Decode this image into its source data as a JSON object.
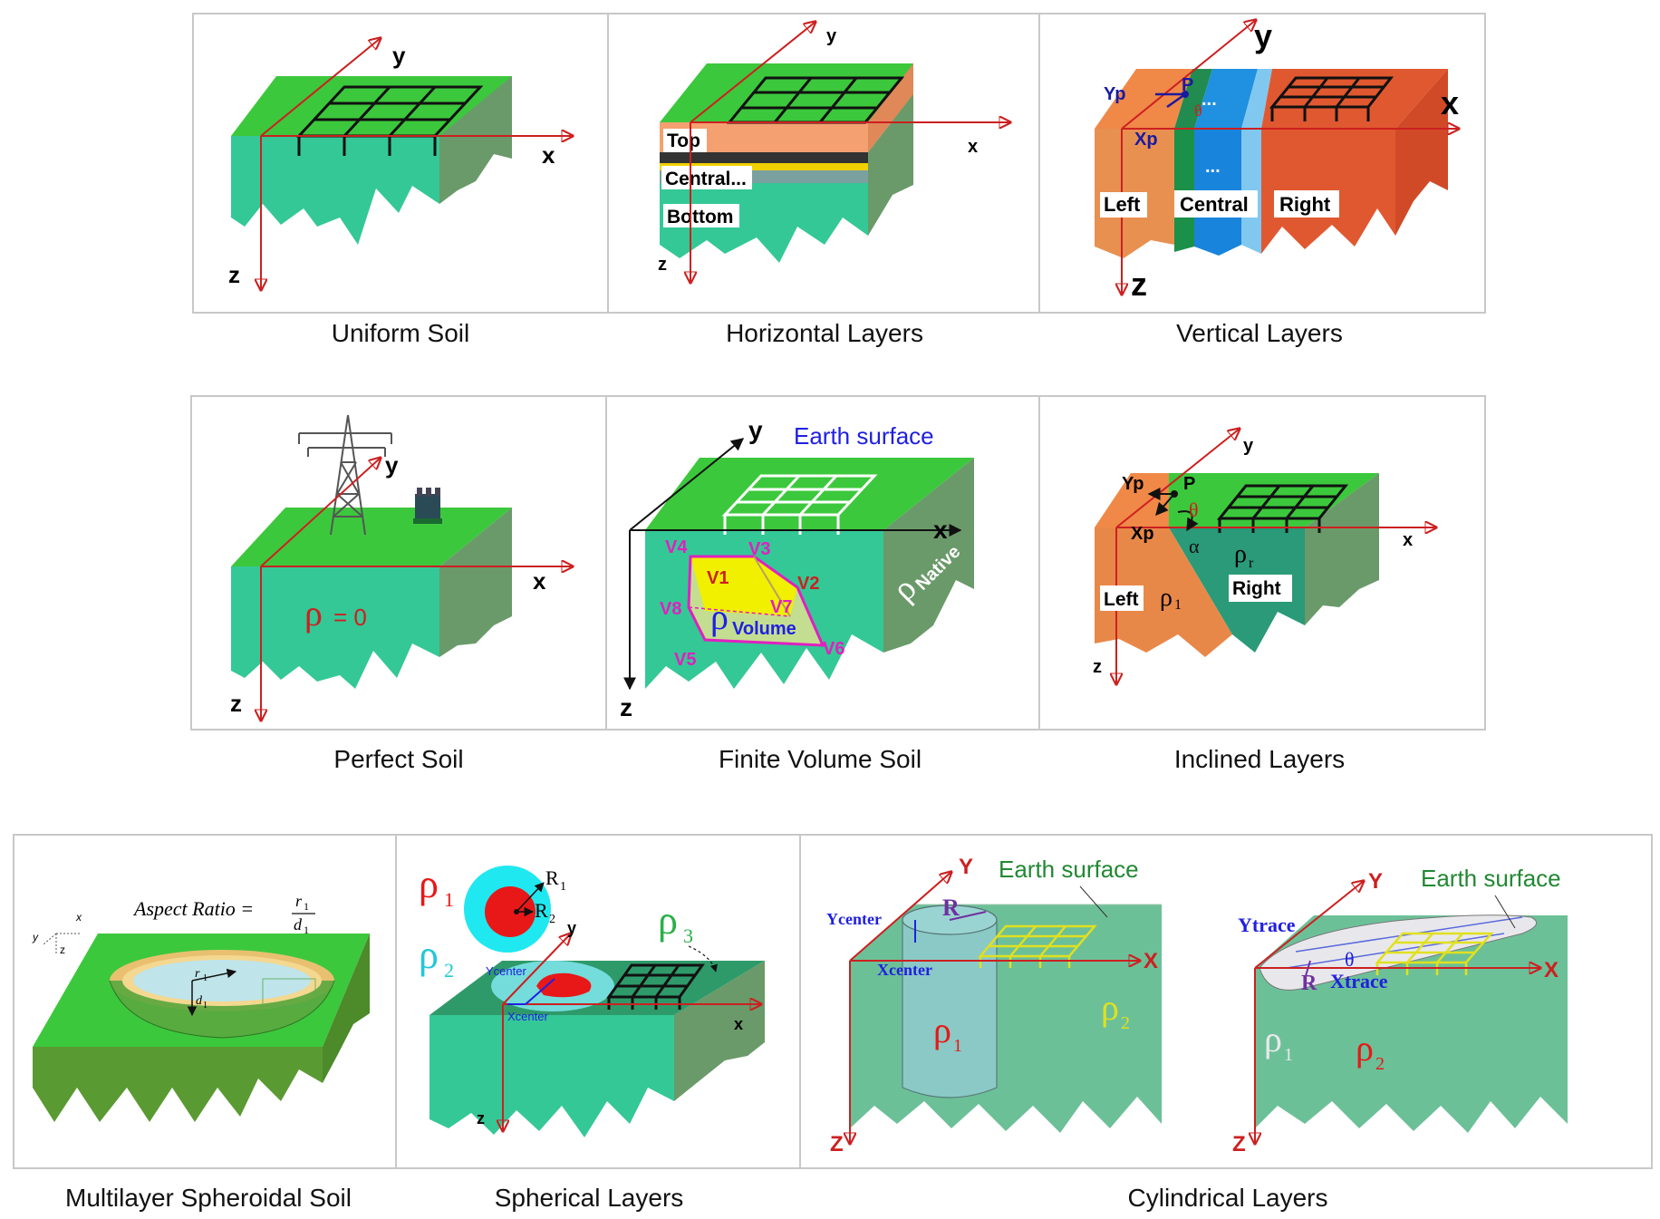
{
  "captions": {
    "uniform": "Uniform Soil",
    "horizontal": "Horizontal Layers",
    "vertical": "Vertical Layers",
    "perfect": "Perfect Soil",
    "finite": "Finite Volume Soil",
    "inclined": "Inclined Layers",
    "spheroidal": "Multilayer Spheroidal Soil",
    "spherical": "Spherical Layers",
    "cylindrical": "Cylindrical Layers"
  },
  "axes": {
    "x": "x",
    "y": "y",
    "z": "z",
    "X": "X",
    "Y": "Y",
    "Z": "Z"
  },
  "horizontal": {
    "top": "Top",
    "central": "Central...",
    "bottom": "Bottom"
  },
  "vertical": {
    "left": "Left",
    "central": "Central",
    "right": "Right",
    "dots": "...",
    "yp": "Yp",
    "xp": "Xp",
    "p": "P",
    "theta": "θ"
  },
  "perfect": {
    "rho": "ρ",
    "eq": "= 0"
  },
  "finite": {
    "earth": "Earth surface",
    "rho": "ρ",
    "volume": "Volume",
    "native": "Native",
    "vertices": [
      "V1",
      "V2",
      "V3",
      "V4",
      "V5",
      "V6",
      "V7",
      "V8"
    ]
  },
  "inclined": {
    "yp": "Yp",
    "xp": "Xp",
    "p": "P",
    "theta": "θ",
    "alpha": "α",
    "rho": "ρ",
    "r": "r",
    "one": "1",
    "left": "Left",
    "right": "Right"
  },
  "spheroidal": {
    "aspect": "Aspect Ratio =",
    "r1": "r",
    "d1": "d",
    "sub": "1"
  },
  "spherical": {
    "rho": "ρ",
    "r": "R",
    "s1": "1",
    "s2": "2",
    "s3": "3",
    "ycenter": "Ycenter",
    "xcenter": "Xcenter"
  },
  "cylindrical": {
    "earth": "Earth surface",
    "ycenter": "Ycenter",
    "xcenter": "Xcenter",
    "ytrace": "Ytrace",
    "xtrace": "Xtrace",
    "r": "R",
    "rho": "ρ",
    "s1": "1",
    "s2": "2",
    "theta": "θ"
  },
  "colors": {
    "green": "#3cc83c",
    "teal": "#34c896",
    "side": "#6a9a6a",
    "salmon": "#f4a070",
    "orange": "#e88848",
    "red": "#cc2020",
    "blue": "#2060e0",
    "sky": "#80c8f0",
    "magenta": "#e020c0",
    "yellow": "#f0f000",
    "earth2": "#6cc098"
  }
}
